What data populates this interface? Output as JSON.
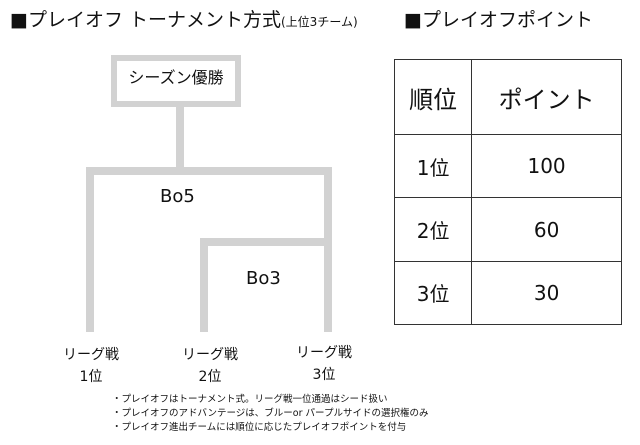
{
  "headings": {
    "left_title": "■プレイオフ トーナメント方式",
    "left_sub": "(上位3チーム)",
    "right_title": "■プレイオフポイント"
  },
  "bracket": {
    "winner_label": "シーズン優勝",
    "outer_match": "Bo5",
    "inner_match": "Bo3",
    "teams": [
      {
        "line1": "リーグ戦",
        "line2": "1位"
      },
      {
        "line1": "リーグ戦",
        "line2": "2位"
      },
      {
        "line1": "リーグ戦",
        "line2": "3位"
      }
    ]
  },
  "points_table": {
    "headers": [
      "順位",
      "ポイント"
    ],
    "rows": [
      {
        "rank": "1位",
        "points": "100"
      },
      {
        "rank": "2位",
        "points": "60"
      },
      {
        "rank": "3位",
        "points": "30"
      }
    ]
  },
  "notes": [
    "・プレイオフはトーナメント式。リーグ戦一位通過はシード扱い",
    "・プレイオフのアドバンテージは、ブルーor パープルサイドの選択権のみ",
    "・プレイオフ進出チームには順位に応じたプレイオフポイントを付与"
  ],
  "colors": {
    "bracket_line": "#d2d2d2",
    "table_border": "#333333"
  }
}
